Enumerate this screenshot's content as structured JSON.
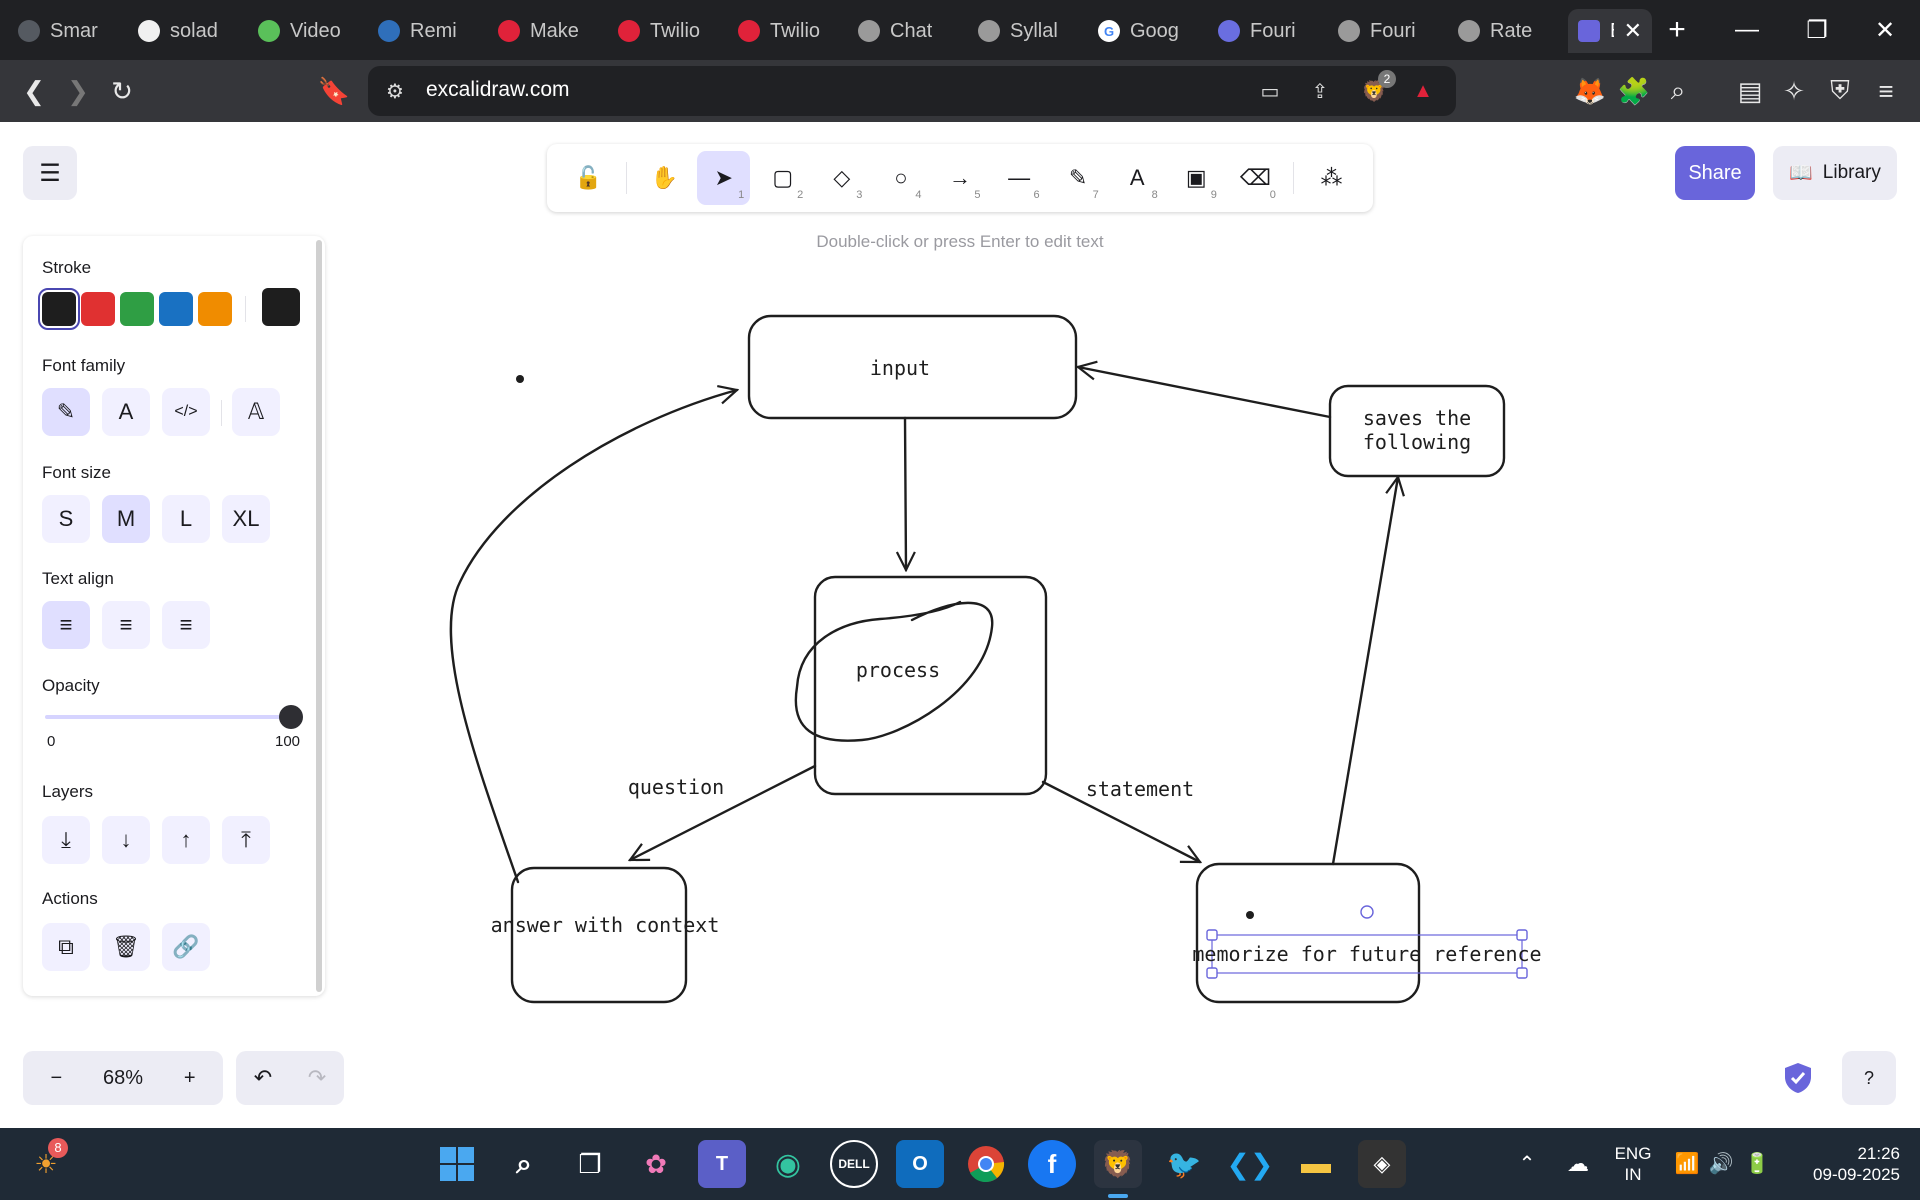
{
  "browser": {
    "tabs": [
      {
        "title": "Smar",
        "color": "#555a61"
      },
      {
        "title": "solad",
        "color": "#f0f0f0"
      },
      {
        "title": "Video",
        "color": "#5ac05a"
      },
      {
        "title": "Remi",
        "color": "#2f6fba"
      },
      {
        "title": "Make",
        "color": "#e0223a"
      },
      {
        "title": "Twilio",
        "color": "#e0223a"
      },
      {
        "title": "Twilio",
        "color": "#e0223a"
      },
      {
        "title": "Chat",
        "color": "#9a9a9a"
      },
      {
        "title": "Syllal",
        "color": "#9a9a9a"
      },
      {
        "title": "Goog",
        "color": "#ffffff"
      },
      {
        "title": "Fouri",
        "color": "#6a6ee0"
      },
      {
        "title": "Fouri",
        "color": "#9a9a9a"
      },
      {
        "title": "Rate",
        "color": "#9a9a9a"
      },
      {
        "title": "E",
        "color": "#6965db"
      }
    ],
    "url": "excalidraw.com",
    "brave_badge": "2"
  },
  "excalidraw": {
    "tools": [
      {
        "name": "lock",
        "icon": "🔓",
        "key": ""
      },
      {
        "name": "hand",
        "icon": "✋",
        "key": ""
      },
      {
        "name": "selection",
        "icon": "➤",
        "key": "1"
      },
      {
        "name": "rectangle",
        "icon": "▢",
        "key": "2"
      },
      {
        "name": "diamond",
        "icon": "◇",
        "key": "3"
      },
      {
        "name": "ellipse",
        "icon": "○",
        "key": "4"
      },
      {
        "name": "arrow",
        "icon": "→",
        "key": "5"
      },
      {
        "name": "line",
        "icon": "—",
        "key": "6"
      },
      {
        "name": "draw",
        "icon": "✎",
        "key": "7"
      },
      {
        "name": "text",
        "icon": "A",
        "key": "8"
      },
      {
        "name": "image",
        "icon": "▣",
        "key": "9"
      },
      {
        "name": "eraser",
        "icon": "⌫",
        "key": "0"
      },
      {
        "name": "extra-tools",
        "icon": "⁂",
        "key": ""
      }
    ],
    "hint": "Double-click or press Enter to edit text",
    "share_label": "Share",
    "library_label": "Library",
    "properties": {
      "stroke_label": "Stroke",
      "stroke_colors": [
        "#1e1e1e",
        "#e03131",
        "#2f9e44",
        "#1971c2",
        "#f08c00"
      ],
      "current_stroke": "#1e1e1e",
      "font_family_label": "Font family",
      "font_size_label": "Font size",
      "font_sizes": [
        "S",
        "M",
        "L",
        "XL"
      ],
      "text_align_label": "Text align",
      "opacity_label": "Opacity",
      "opacity_min": "0",
      "opacity_max": "100",
      "opacity_value": 100,
      "layers_label": "Layers",
      "actions_label": "Actions"
    },
    "zoom": "68%",
    "diagram": {
      "nodes": [
        "input",
        "process",
        "saves the",
        "following",
        "answer with context",
        "memorize for future reference"
      ],
      "edge_labels": [
        "question",
        "statement"
      ]
    }
  },
  "taskbar": {
    "weather_badge": "8",
    "lang_line1": "ENG",
    "lang_line2": "IN",
    "time": "21:26",
    "date": "09-09-2025"
  }
}
